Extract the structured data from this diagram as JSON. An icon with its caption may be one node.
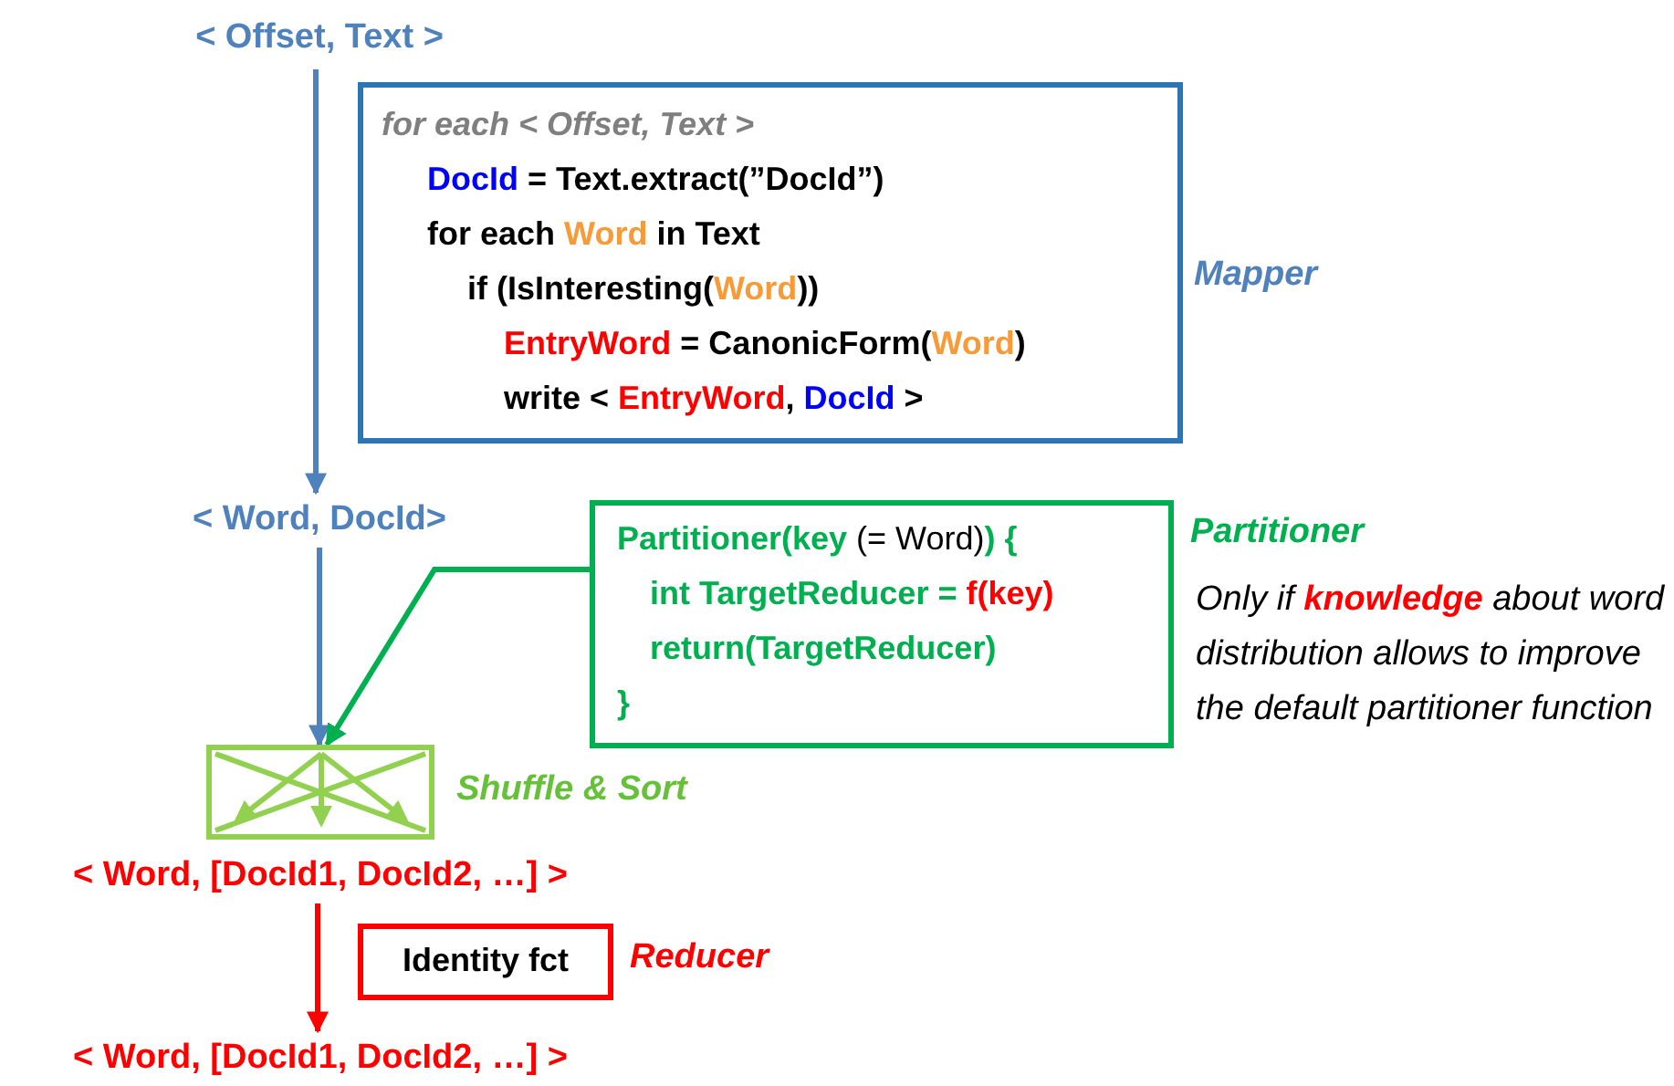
{
  "diagram": {
    "nodes": [
      {
        "text": [
          "< Offset, Text >"
        ]
      },
      {
        "text": [
          "for each < Offset, Text >",
          "DocId = Text.extract(”DocId”)",
          "for each Word in Text",
          "if (IsInteresting(Word))",
          "EntryWord = CanonicForm(Word)",
          "write < EntryWord, DocId >",
          "Mapper"
        ]
      },
      {
        "text": [
          "< Word, DocId>"
        ]
      },
      {
        "text": [
          "Partitioner(key (= Word)) {",
          "int TargetReducer = f(key)",
          "return(TargetReducer)",
          "}",
          "Partitioner"
        ],
        "beside": [
          "Only if **knowledge** about word distribution allows to improve the default partitioner function"
        ]
      },
      {
        "text": [
          "Shuffle & Sort"
        ]
      },
      {
        "text": [
          "< Word, [DocId1, DocId2, …] >"
        ]
      },
      {
        "text": [
          "Identity fct",
          "Reducer"
        ]
      },
      {
        "text": [
          "< Word, [DocId1, DocId2, …] >"
        ]
      }
    ],
    "edges": [
      {
        "from": 0,
        "to": 2,
        "arrow": "to"
      },
      {
        "from": 2,
        "to": 4,
        "arrow": "to"
      },
      {
        "from": 3,
        "to": 4,
        "arrow": "to",
        "color": "#00b050"
      },
      {
        "from": 5,
        "to": 7,
        "arrow": "to",
        "color": "#ff0000"
      }
    ]
  }
}
